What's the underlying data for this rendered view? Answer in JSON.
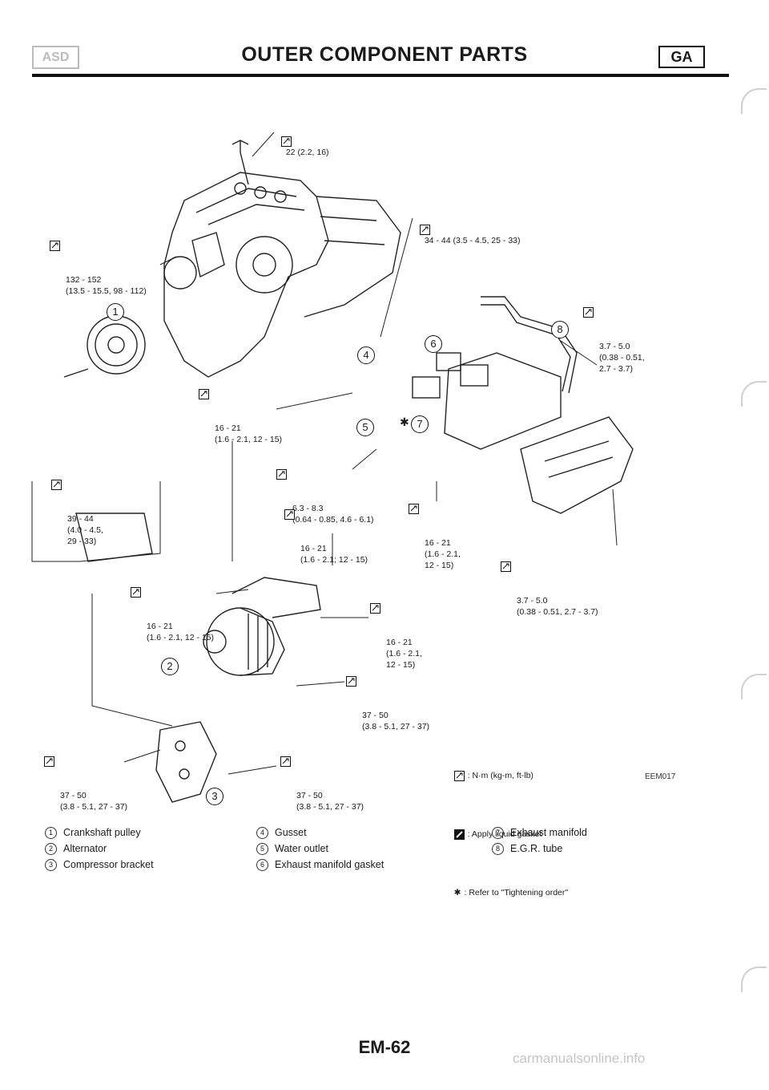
{
  "header": {
    "badge_left": "ASD",
    "title": "OUTER COMPONENT PARTS",
    "badge_right": "GA"
  },
  "torque_labels": [
    "22 (2.2, 16)",
    "34 - 44 (3.5 - 4.5, 25 - 33)",
    "132 - 152\n(13.5 - 15.5, 98 - 112)",
    "3.7 - 5.0\n(0.38 - 0.51,\n2.7 - 3.7)",
    "16 - 21\n(1.6 - 2.1, 12 - 15)",
    "6.3 - 8.3\n(0.64 - 0.85, 4.6 - 6.1)",
    "39 - 44\n(4.0 - 4.5,\n29 - 33)",
    "16 - 21\n(1.6 - 2.1; 12 - 15)",
    "16 - 21\n(1.6 - 2.1,\n12 - 15)",
    "3.7 - 5.0\n(0.38 - 0.51, 2.7 - 3.7)",
    "16 - 21\n(1.6 - 2.1, 12 - 15)",
    "16 - 21\n(1.6 - 2.1,\n12 - 15)",
    "37 - 50\n(3.8 - 5.1, 27 - 37)",
    "37 - 50\n(3.8 - 5.1, 27 - 37)",
    "37 - 50\n(3.8 - 5.1, 27 - 37)"
  ],
  "callouts": [
    "1",
    "2",
    "3",
    "4",
    "5",
    "6",
    "7",
    "8"
  ],
  "legend": {
    "torque": ": N·m (kg-m, ft-lb)",
    "gasket": ": Apply liquid gasket",
    "order_mark": "✱",
    "order": ": Refer to \"Tightening order\""
  },
  "figure_code": "EEM017",
  "parts": [
    {
      "num": "1",
      "name": "Crankshaft pulley"
    },
    {
      "num": "2",
      "name": "Alternator"
    },
    {
      "num": "3",
      "name": "Compressor bracket"
    },
    {
      "num": "4",
      "name": "Gusset"
    },
    {
      "num": "5",
      "name": "Water outlet"
    },
    {
      "num": "6",
      "name": "Exhaust manifold gasket"
    },
    {
      "num": "7",
      "name": "Exhaust manifold"
    },
    {
      "num": "8",
      "name": "E.G.R. tube"
    }
  ],
  "page_number": "EM-62",
  "watermark": "carmanualsonline.info",
  "icons": [
    "torque-wrench-icon",
    "liquid-gasket-icon",
    "asterisk-icon"
  ]
}
